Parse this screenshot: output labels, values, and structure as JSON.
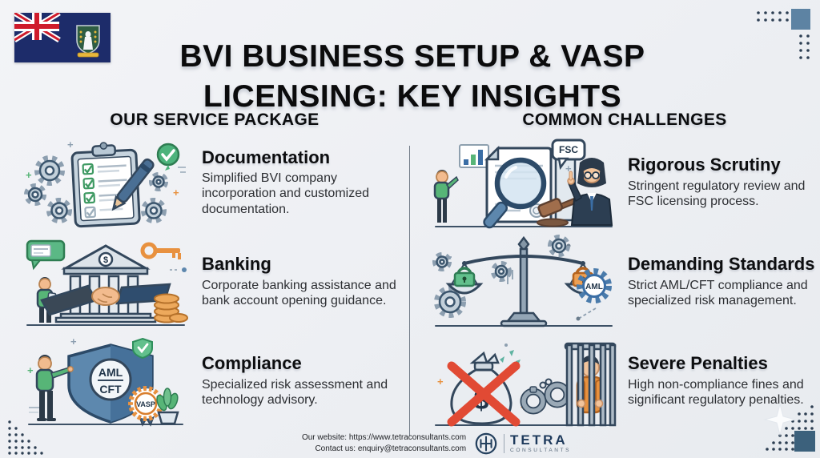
{
  "header": {
    "title_line1": "BVI BUSINESS SETUP & VASP",
    "title_line2": "LICENSING: KEY INSIGHTS"
  },
  "services": {
    "heading": "OUR SERVICE PACKAGE",
    "items": [
      {
        "title": "Documentation",
        "description": "Simplified BVI company incorporation and customized documentation."
      },
      {
        "title": "Banking",
        "description": "Corporate banking assistance and bank account opening guidance."
      },
      {
        "title": "Compliance",
        "description": "Specialized risk assessment and technology advisory."
      }
    ]
  },
  "challenges": {
    "heading": "COMMON CHALLENGES",
    "items": [
      {
        "title": "Rigorous Scrutiny",
        "description": "Stringent regulatory review and FSC licensing process."
      },
      {
        "title": "Demanding Standards",
        "description": "Strict AML/CFT compliance and specialized risk management."
      },
      {
        "title": "Severe Penalties",
        "description": "High non-compliance fines and significant regulatory penalties."
      }
    ]
  },
  "labels": {
    "aml": "AML",
    "cft": "CFT",
    "vasp": "VASP",
    "fsc": "FSC",
    "aml_gear": "AML",
    "dollar": "$"
  },
  "footer": {
    "website": "Our website: https://www.tetraconsultants.com",
    "contact": "Contact us: enquiry@tetraconsultants.com",
    "brand": "TETRA",
    "brand_sub": "CONSULTANTS"
  },
  "colors": {
    "background": "#edeff3",
    "navy": "#1e3a5c",
    "steel_blue": "#5d83a3",
    "deep_blue_square": "#3c617c",
    "green": "#57b577",
    "orange": "#e8913f",
    "red": "#e14a34"
  }
}
